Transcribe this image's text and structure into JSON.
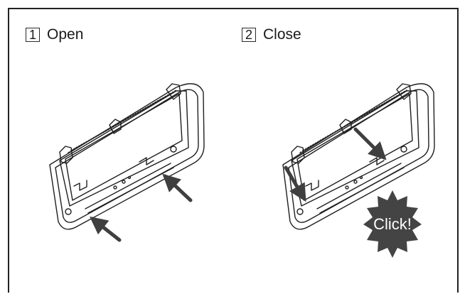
{
  "steps": [
    {
      "number": "1",
      "label": "Open"
    },
    {
      "number": "2",
      "label": "Close"
    }
  ],
  "badge": {
    "text": "Click!",
    "color": "#444444"
  },
  "colors": {
    "line": "#1f1f1f",
    "arrow": "#3f3f3f",
    "frame": "#222222",
    "background": "#ffffff"
  }
}
